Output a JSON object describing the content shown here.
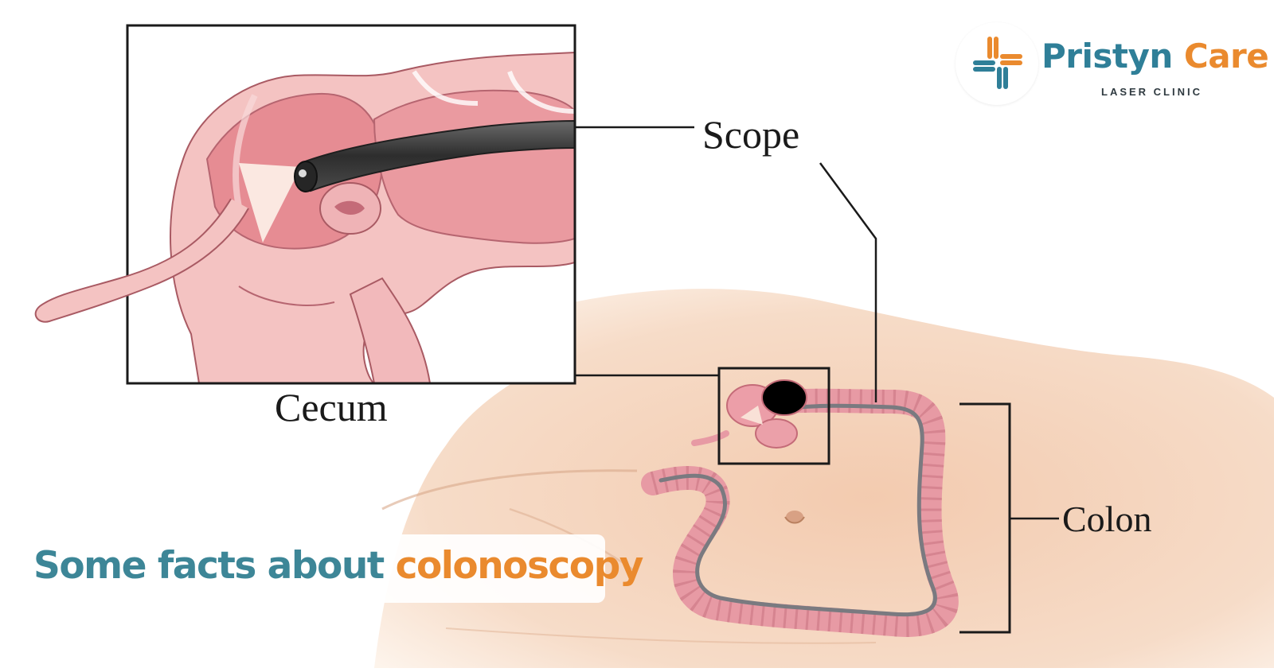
{
  "labels": {
    "scope": "Scope",
    "cecum": "Cecum",
    "colon": "Colon"
  },
  "brand": {
    "name_part1": "Pristyn",
    "name_part2": "Care",
    "subtitle": "LASER CLINIC",
    "logo_icon": "medical-cross-icon",
    "colors": {
      "blue": "#2f7f98",
      "orange": "#ea8a2e"
    }
  },
  "caption": {
    "part1": "Some facts about",
    "part2": "colonoscopy",
    "colors": {
      "part1": "#3d8697",
      "part2": "#ea8a2e"
    }
  },
  "colors": {
    "skin": "#f3cfb3",
    "colon": "#e89aa2",
    "colon_dark": "#c46b78",
    "scope": "#3a3a3a"
  }
}
